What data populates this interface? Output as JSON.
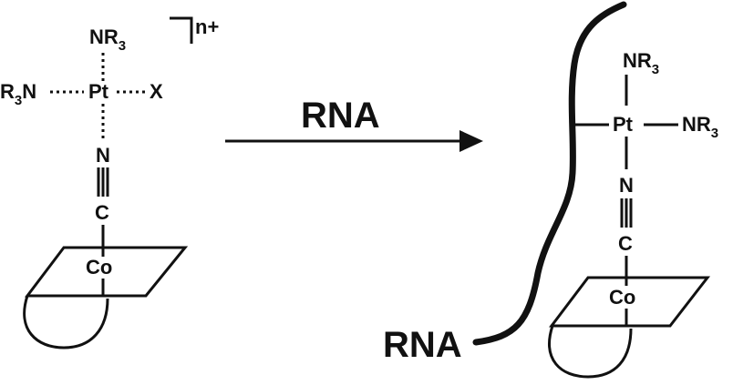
{
  "reactant": {
    "top_ligand": {
      "base": "NR",
      "sub": "3"
    },
    "left_ligand": {
      "pre": "R",
      "sub": "3",
      "post": "N"
    },
    "metal": "Pt",
    "right_ligand": "X",
    "charge": "n+",
    "bridge_n": "N",
    "bridge_c": "C",
    "cobalt": "Co"
  },
  "arrow": {
    "label": "RNA"
  },
  "product": {
    "top_ligand": {
      "base": "NR",
      "sub": "3"
    },
    "metal": "Pt",
    "right_ligand": {
      "base": "NR",
      "sub": "3"
    },
    "bridge_n": "N",
    "bridge_c": "C",
    "cobalt": "Co",
    "strand_label": "RNA"
  }
}
